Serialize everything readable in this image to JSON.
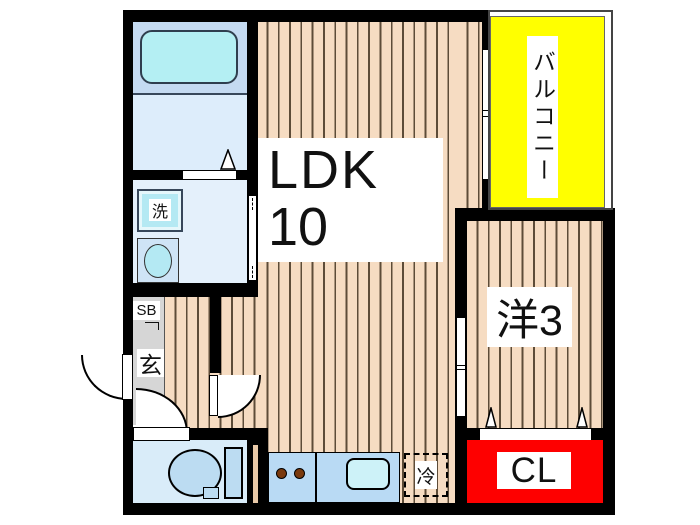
{
  "title": "apartment floor plan",
  "labels": {
    "ldk": "LDK",
    "ldk_size": "10",
    "western_room": "洋3",
    "balcony": "バルコニー",
    "closet": "CL",
    "entrance": "玄",
    "shoe_box": "SB",
    "washer": "洗",
    "refrigerator": "冷"
  },
  "colors": {
    "balcony_yellow": "#ffff00",
    "closet_red": "#fe0000",
    "flooring_tan": "#f6dcc2",
    "flooring_line": "#5d4c38",
    "wall_black": "#000000",
    "bath_platform_blue": "#c4daf1",
    "bath_floor_blue": "#ddedfb",
    "tub_cyan": "#b4eff3",
    "washroom_blue": "#e4f0fb",
    "toilet_room_blue": "#d9ecf9",
    "fixture_blue": "#bcdcf2",
    "kitchen_counter_blue": "#b9daf4",
    "sink_cyan": "#cdf2f8",
    "burner_brown": "#7a3a0e",
    "genkan_gray": "#d6d6d6"
  }
}
